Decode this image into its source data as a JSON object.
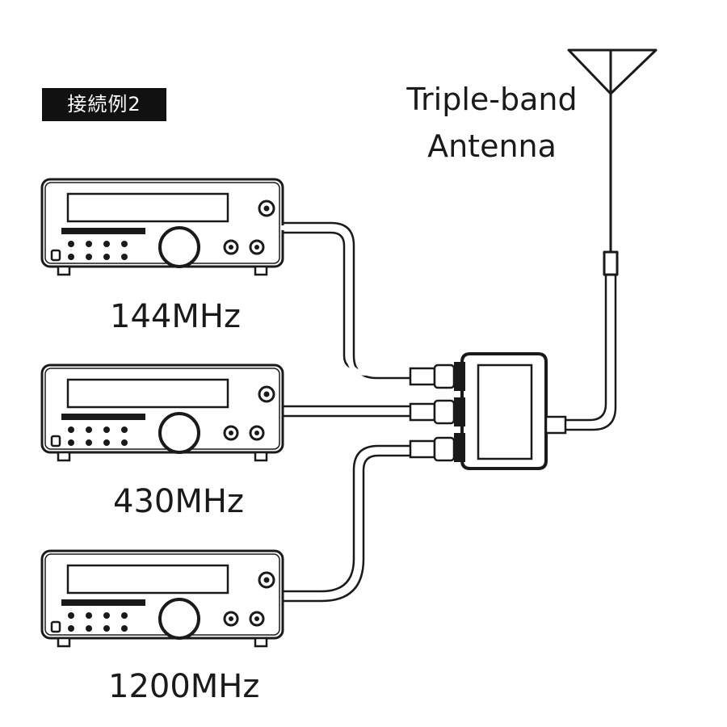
{
  "example_label": "接続例2",
  "antenna": {
    "line1": "Triple-band",
    "line2": "Antenna"
  },
  "radios": [
    {
      "band": "144MHz"
    },
    {
      "band": "430MHz"
    },
    {
      "band": "1200MHz"
    }
  ],
  "colors": {
    "ink": "#1a1a1a",
    "label_bg": "#111111",
    "label_text": "#ffffff",
    "background": "#ffffff"
  }
}
